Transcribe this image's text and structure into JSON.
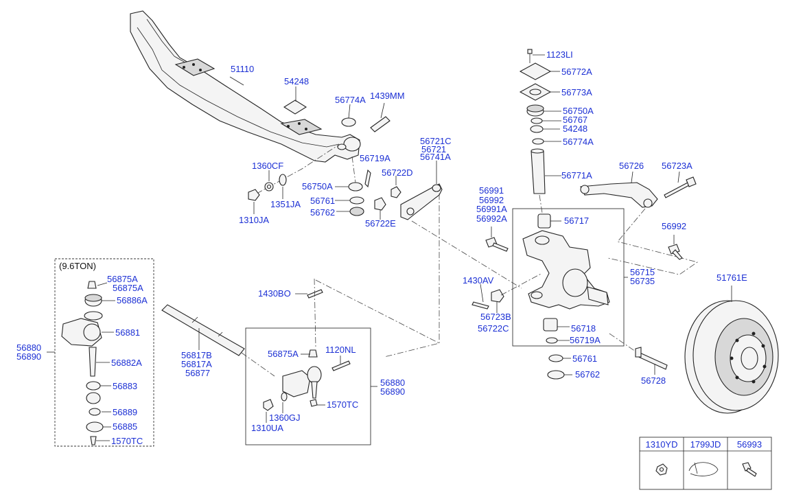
{
  "parts": {
    "beam": "51110",
    "pad": "54248",
    "washer_upper": "56774A",
    "grease_fitting": "1439MM",
    "nut_1360cf": "1360CF",
    "washer_1351ja": "1351JA",
    "nut_1310ja": "1310JA",
    "cotter_56719a": "56719A",
    "bearing_56750a": "56750A",
    "shim_56761": "56761",
    "shim_56762": "56762",
    "nut_56722d": "56722D",
    "nut_56722e": "56722E",
    "arm_group": [
      "56721C",
      "56721",
      "56741A"
    ],
    "bolt_1123li": "1123LI",
    "cap_56772a": "56772A",
    "gasket_56773a": "56773A",
    "bearing_top": "56750A",
    "seal_56767": "56767",
    "pad_top": "54248",
    "ring_top": "56774A",
    "kingpin": "56771A",
    "arm_56726": "56726",
    "bolt_56723a": "56723A",
    "bolt_group": [
      "56991",
      "56992",
      "56991A",
      "56992A"
    ],
    "bushing_56717": "56717",
    "bolt_56992": "56992",
    "knuckle": [
      "56715",
      "56735"
    ],
    "drum": "51761E",
    "cotter_1430av": "1430AV",
    "nut_56723b": "56723B",
    "nut_56722c": "56722C",
    "bushing_56718": "56718",
    "ring_56719a": "56719A",
    "shim_lower_56761": "56761",
    "shim_lower_56762": "56762",
    "bolt_56728": "56728",
    "ton_note": "(9.6TON)",
    "tre_56875a": [
      "56875A",
      "56875A"
    ],
    "tre_56886a": "56886A",
    "tre_56881": "56881",
    "tre_56882a": "56882A",
    "tre_56883": "56883",
    "tre_56889": "56889",
    "tre_56885": "56885",
    "tre_1570tc": "1570TC",
    "tre_assy": [
      "56880",
      "56890"
    ],
    "tube": [
      "56817B",
      "56817A",
      "56877"
    ],
    "cotter_1430bo": "1430BO",
    "end_56875a": "56875A",
    "bolt_1120nl": "1120NL",
    "end_assy": [
      "56880",
      "56890"
    ],
    "end_1570tc": "1570TC",
    "end_1360gj": "1360GJ",
    "end_1310ua": "1310UA"
  },
  "legend_table": {
    "headers": [
      "1310YD",
      "1799JD",
      "56993"
    ],
    "icons": [
      "nut-icon",
      "cable-tie-icon",
      "bolt-icon"
    ]
  },
  "colors": {
    "label": "#1b2fd4",
    "line": "#222222"
  }
}
